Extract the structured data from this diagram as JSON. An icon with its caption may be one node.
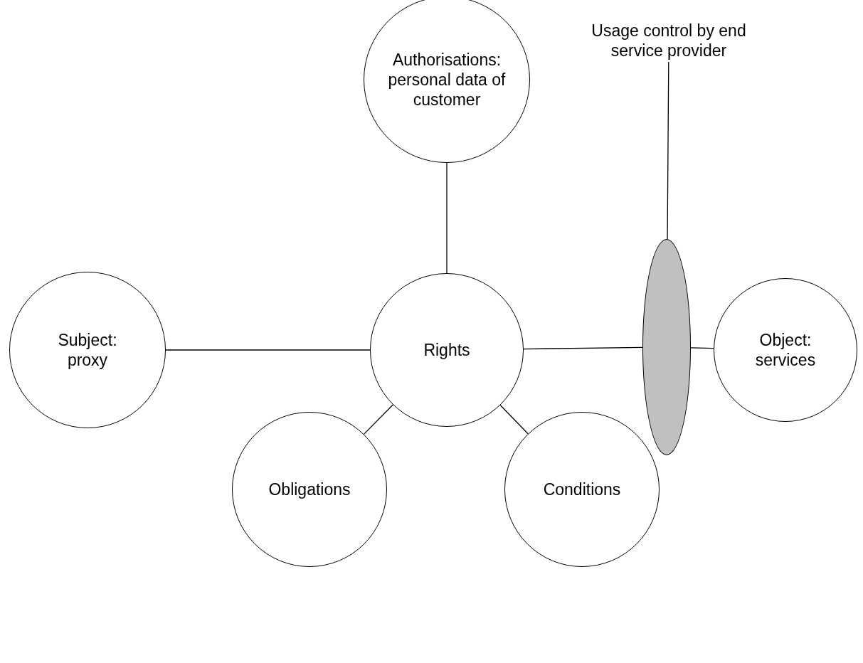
{
  "diagram": {
    "nodes": [
      {
        "text": [
          "Authorisations: personal data of customer"
        ]
      },
      {
        "text": [
          "Subject: proxy"
        ]
      },
      {
        "text": [
          "Rights"
        ]
      },
      {
        "text": [
          "Usage control by end service provider"
        ]
      },
      {
        "text": [],
        "shape": "ellipse"
      },
      {
        "text": [
          "Object: services"
        ]
      },
      {
        "text": [
          "Obligations"
        ]
      },
      {
        "text": [
          "Conditions"
        ]
      }
    ],
    "edges": [
      {
        "from": 0,
        "to": 2,
        "arrow": "none"
      },
      {
        "from": 1,
        "to": 2,
        "arrow": "none"
      },
      {
        "from": 2,
        "to": 4,
        "arrow": "none"
      },
      {
        "from": 4,
        "to": 5,
        "arrow": "none"
      },
      {
        "from": 2,
        "to": 6,
        "arrow": "none"
      },
      {
        "from": 2,
        "to": 7,
        "arrow": "none"
      },
      {
        "from": 3,
        "to": 4,
        "arrow": "none"
      }
    ]
  }
}
